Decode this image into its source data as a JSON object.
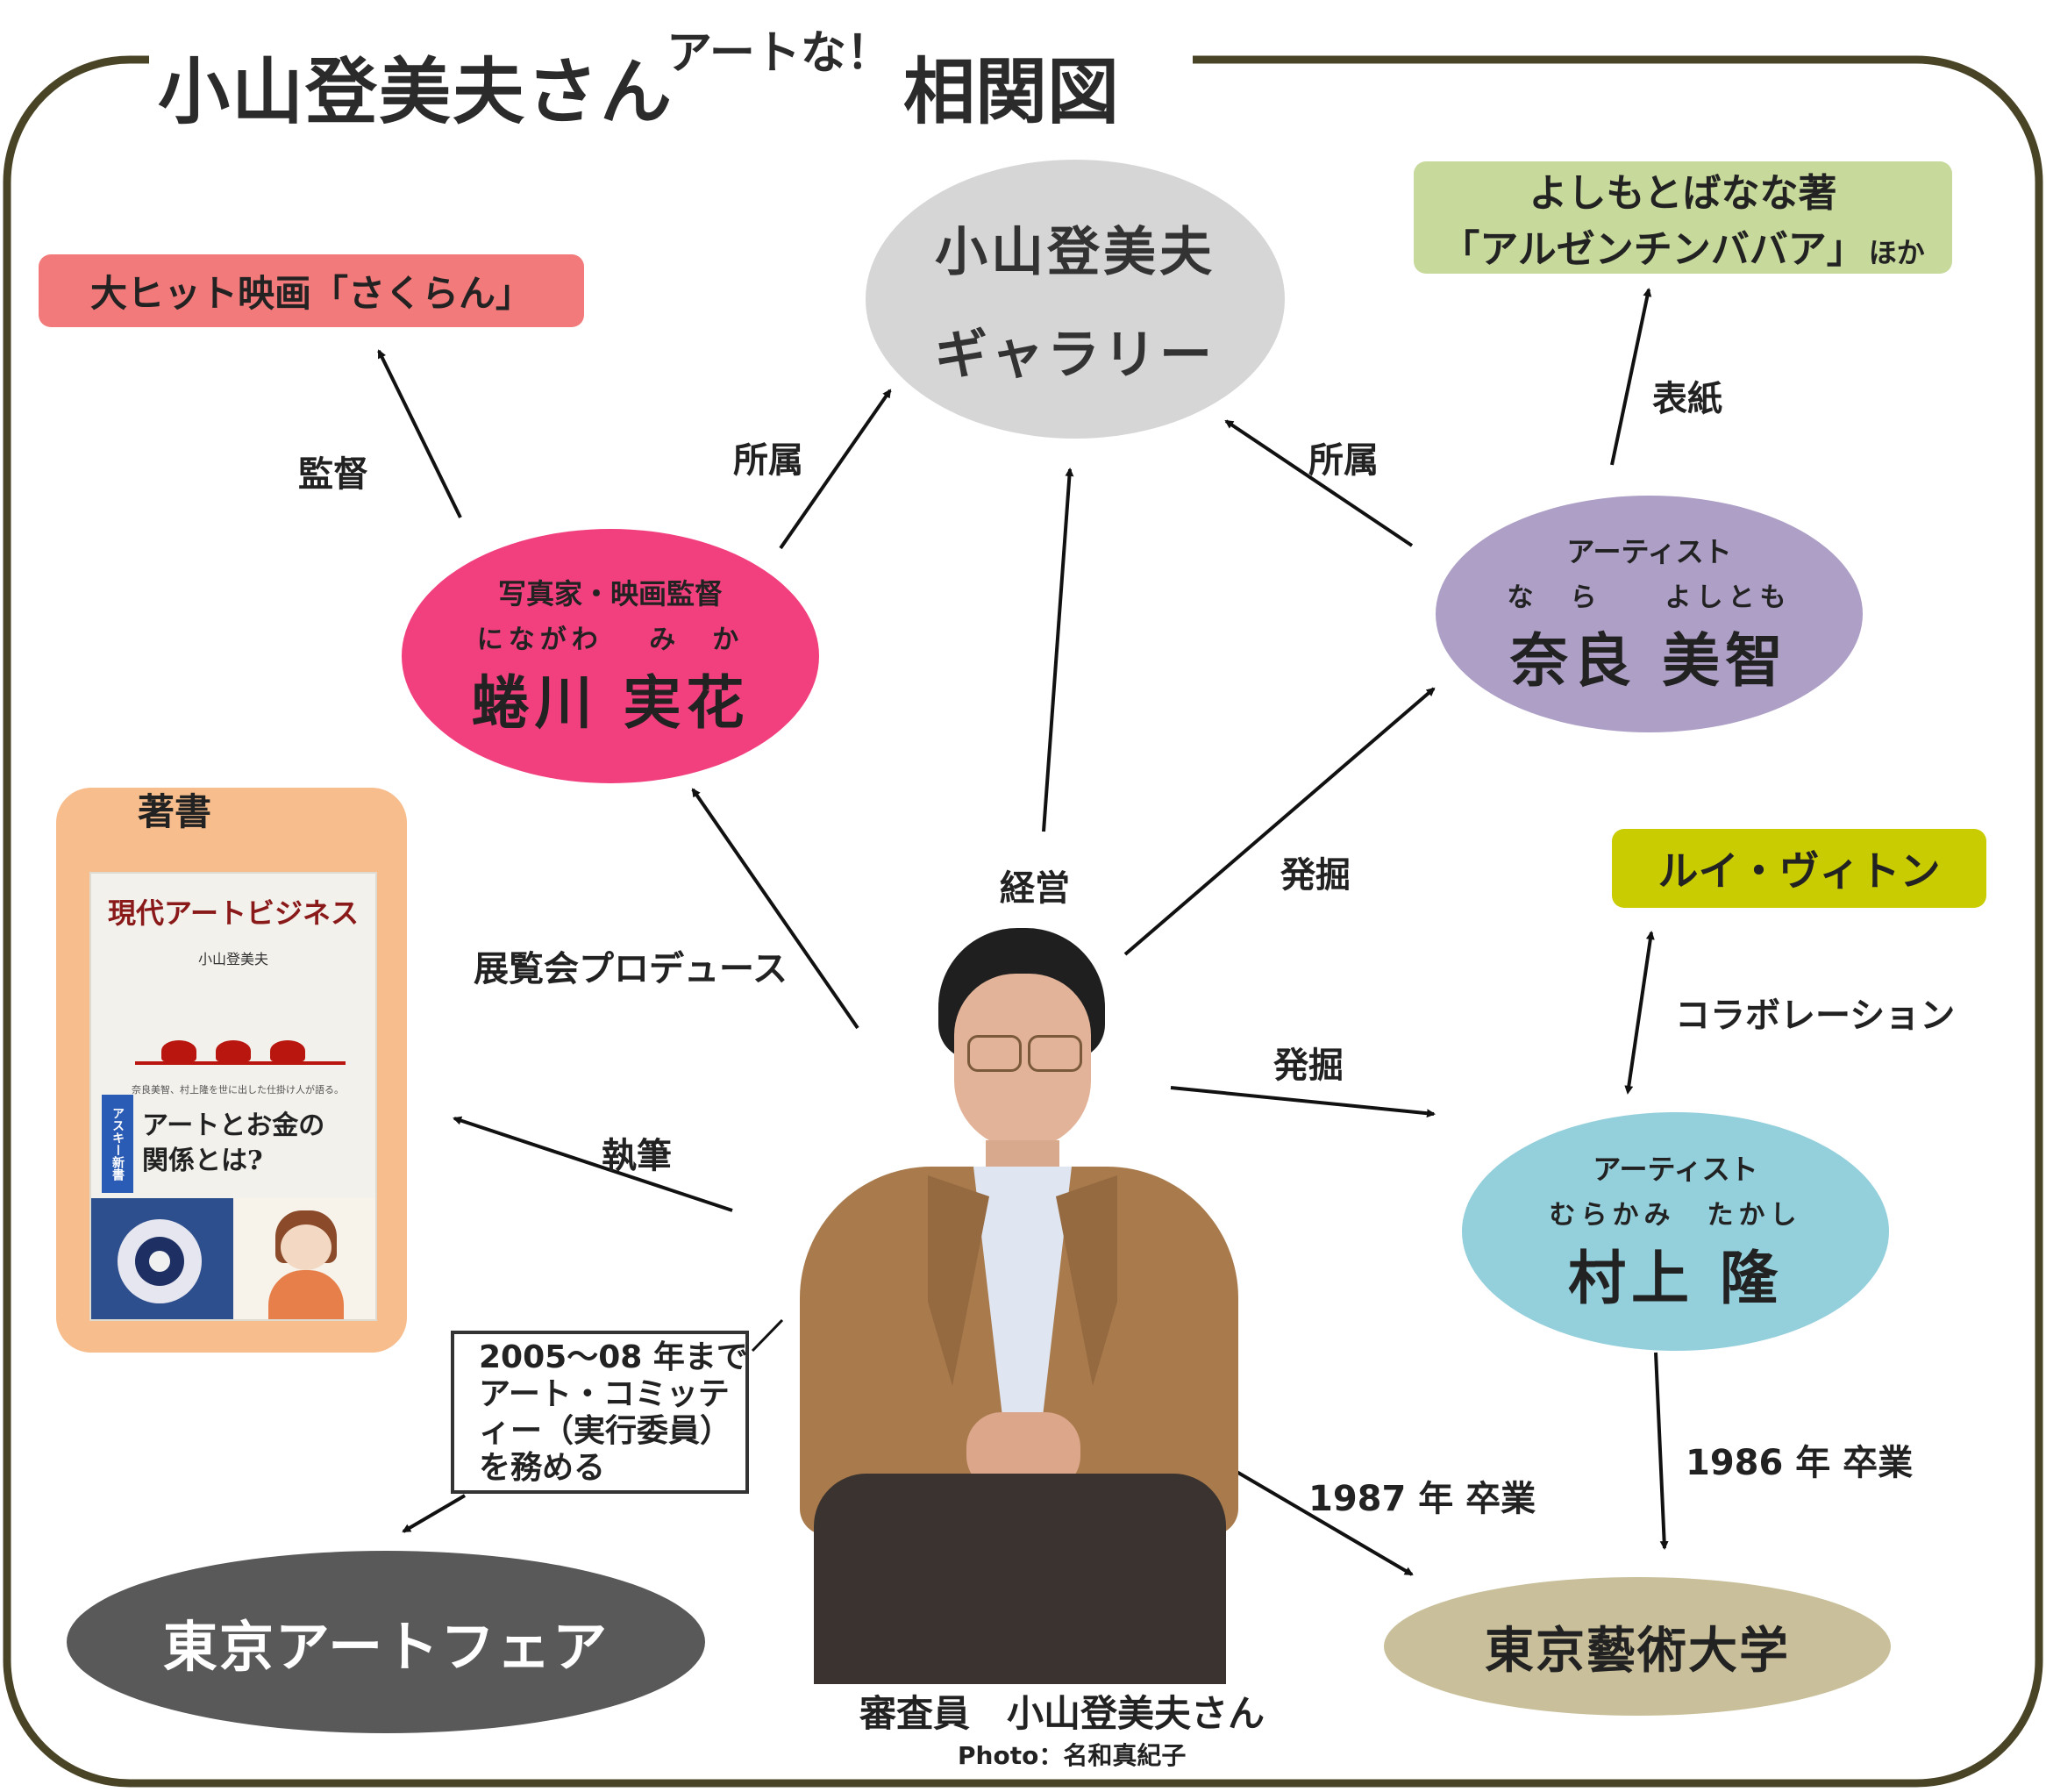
{
  "title": {
    "main": "小山登美夫さん",
    "sup": "アートな！",
    "end": "相関図"
  },
  "colors": {
    "frame": "#4a4426",
    "gallery": "#d6d6d6",
    "ninagawa": "#f2407e",
    "nara": "#ad9fc6",
    "murakami": "#94cfdc",
    "sakuran": "#f27a7a",
    "yoshimoto": "#c7d99b",
    "vuitton": "#c9cc00",
    "book_frame": "#f7bd8c",
    "artfair": "#595959",
    "geidai": "#c9c09b"
  },
  "nodes": {
    "gallery": {
      "line1": "小山登美夫",
      "line2": "ギャラリー"
    },
    "ninagawa": {
      "role": "写真家・映画監督",
      "ruby": "にながわ　 み　か",
      "name": "蜷川 実花"
    },
    "nara": {
      "role": "アーティスト",
      "ruby": "な　ら　　よしとも",
      "name": "奈良 美智"
    },
    "murakami": {
      "role": "アーティスト",
      "ruby": "むらかみ　たかし",
      "name": "村上 隆"
    },
    "sakuran": {
      "label": "大ヒット映画「さくらん」"
    },
    "yoshimoto": {
      "line1": "よしもとばなな著",
      "line2": "「アルゼンチンババア」",
      "suffix": "ほか"
    },
    "vuitton": {
      "label": "ルイ・ヴィトン"
    },
    "book": {
      "heading": "著書",
      "cover_title": "現代アートビジネス",
      "cover_author": "小山登美夫",
      "cover_blurb": "奈良美智、村上隆を世に出した仕掛け人が語る。",
      "cover_side": "アスキー新書",
      "cover_catch1": "アートとお金の",
      "cover_catch2": "関係とは?"
    },
    "committee": {
      "lines": [
        "2005〜08 年まで",
        "アート・コミッテ",
        "ィー（実行委員）",
        "を務める"
      ]
    },
    "artfair": {
      "label": "東京アートフェア"
    },
    "geidai": {
      "label": "東京藝術大学"
    },
    "person": {
      "caption": "審査員　小山登美夫さん",
      "credit": "Photo：名和真紀子"
    }
  },
  "edges": {
    "director": "監督",
    "ninagawa_belongs": "所属",
    "nara_belongs": "所属",
    "cover": "表紙",
    "manage": "経営",
    "discover_nara": "発掘",
    "discover_murakami": "発掘",
    "produce": "展覧会プロデュース",
    "write": "執筆",
    "collab": "コラボレーション",
    "grad_1986": "1986 年  卒業",
    "grad_1987": "1987 年  卒業"
  }
}
